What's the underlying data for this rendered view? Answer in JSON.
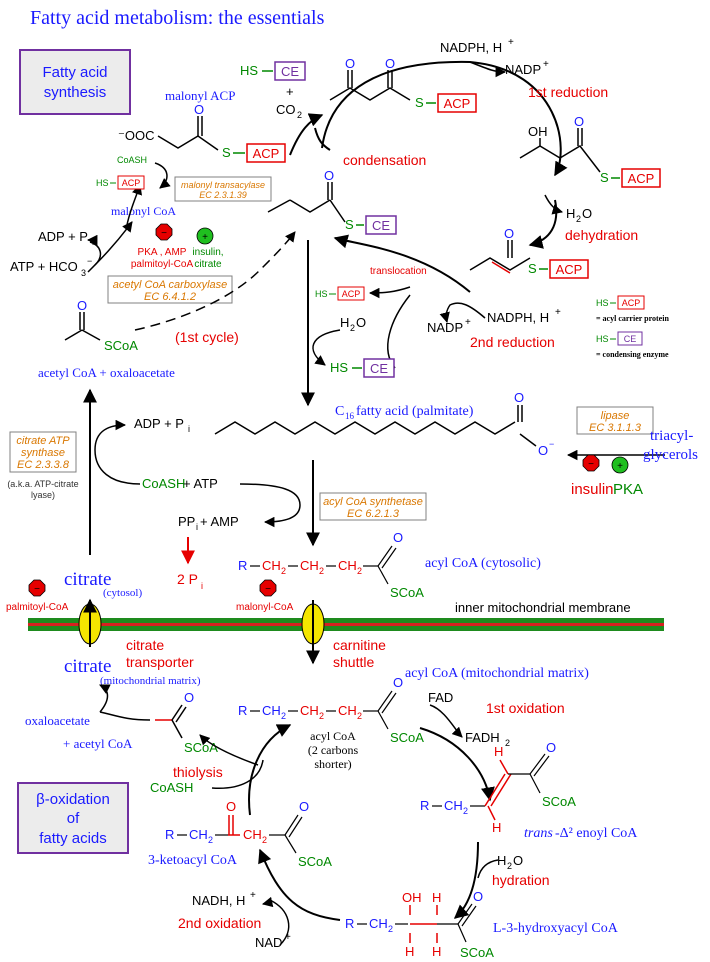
{
  "title": "Fatty acid metabolism: the essentials",
  "colors": {
    "blue": "#1a1aff",
    "red": "#e60000",
    "green": "#008800",
    "purple": "#7030a0",
    "orange": "#d97700",
    "black": "#000000",
    "membrane_green": "#1e8b1e",
    "membrane_red": "#d62020",
    "transporter_yellow": "#f5e600",
    "box_gray": "#ececec"
  },
  "synthesis_box": {
    "line1": "Fatty acid",
    "line2": "synthesis"
  },
  "beta_box": {
    "line1": "β-oxidation",
    "line2": "of",
    "line3": "fatty acids"
  },
  "legend": {
    "acp_def": "= acyl carrier protein",
    "ce_def": "= condensing enzyme"
  },
  "tags": {
    "acp": "ACP",
    "ce": "CE",
    "hs": "HS",
    "s": "S"
  },
  "labels": {
    "malonyl_acp": "malonyl ACP",
    "malonyl_coa": "malonyl CoA",
    "malonyl_carboxylate": "⁻OOC",
    "coash_small": "CoASH",
    "plus": "+",
    "co2_main": "CO",
    "co2_sub": "2",
    "condensation": "condensation",
    "nadph1": "NADPH, H",
    "nadph1_sup": "+",
    "nadp1": "NADP",
    "nadp1_sup": "+",
    "first_reduction": "1st reduction",
    "oh": "OH",
    "h2o": "H",
    "h2o_sub": "2",
    "h2o_end": "O",
    "dehydration": "dehydration",
    "translocation": "translocation",
    "nadph2": "NADPH, H",
    "nadph2_sup": "+",
    "nadp2": "NADP",
    "nadp2_sup": "+",
    "second_reduction": "2nd reduction",
    "h2o_b": "H",
    "h2o_b_sub": "2",
    "h2o_b_end": "O",
    "first_cycle": "(1st cycle)",
    "acetyl_coa_oxaloacetate": "acetyl CoA  +  oxaloacetate",
    "scoa": "SCoA",
    "adp_pi": "ADP + P",
    "pi_sub": "i",
    "atp_hco3": "ATP + HCO",
    "hco3_sub": "3",
    "hco3_sup": "−",
    "pka_amp": "PKA , AMP",
    "palmitoyl_coa_small": "palmitoyl-CoA",
    "insulin_citrate_1": "insulin,",
    "insulin_citrate_2": "citrate",
    "palmitate": "C",
    "palmitate_sub": "16",
    "palmitate_rest": " fatty acid (palmitate)",
    "carboxylate_o": "O",
    "carboxylate_sup": "−",
    "o": "O",
    "triacylglycerols_1": "triacyl-",
    "triacylglycerols_2": "glycerols",
    "insulin": "insulin",
    "pka": "PKA",
    "adp_pi_2": "ADP + P",
    "coash_atp_a": "CoASH",
    "coash_atp_b": " + ATP",
    "aka_1": "(a.k.a. ATP-citrate",
    "aka_2": "lyase)",
    "ppi_amp_a": "PP",
    "ppi_amp_b": " + AMP",
    "two_pi": "2 P",
    "r_prefix": "R",
    "ch2": "CH",
    "ch2_sub": "2",
    "acyl_coa_cytosolic": "acyl CoA (cytosolic)",
    "citrate_cytosol": "citrate",
    "cytosol": "(cytosol)",
    "palmitoyl_coa_inhib": "palmitoyl-CoA",
    "malonyl_coa_inhib": "malonyl-CoA",
    "inner_membrane": "inner mitochondrial membrane",
    "citrate_matrix": "citrate",
    "mito_matrix": "(mitochondrial matrix)",
    "citrate_transporter_1": "citrate",
    "citrate_transporter_2": "transporter",
    "carnitine_1": "carnitine",
    "carnitine_2": "shuttle",
    "acyl_coa_matrix": "acyl CoA (mitochondrial matrix)",
    "fad": "FAD",
    "fadh2": "FADH",
    "fadh2_sub": "2",
    "first_oxidation": "1st oxidation",
    "oxaloacetate": "oxaloacetate",
    "plus_acetyl_coa": "+   acetyl CoA",
    "thiolysis": "thiolysis",
    "coash_b": "CoASH",
    "acyl_coa_short_1": "acyl CoA",
    "acyl_coa_short_2": "(2 carbons",
    "acyl_coa_short_3": "shorter)",
    "h": "H",
    "trans_enoyl_a": "trans",
    "trans_enoyl_b": "-Δ² enoyl CoA",
    "ketoacyl": "3-ketoacyl CoA",
    "hydration": "hydration",
    "h2o_c": "H",
    "h2o_c_sub": "2",
    "h2o_c_end": "O",
    "nadh": "NADH, H",
    "nadh_sup": "+",
    "nad": "NAD",
    "nad_sup": "+",
    "second_oxidation": "2nd oxidation",
    "hydroxyacyl": "L-3-hydroxyacyl CoA"
  },
  "enzymes": {
    "malonyl_transacylase": {
      "name": "malonyl transacylase",
      "ec": "EC 2.3.1.39"
    },
    "acc": {
      "name": "acetyl CoA carboxylase",
      "ec": "EC 6.4.1.2"
    },
    "lipase": {
      "name": "lipase",
      "ec": "EC 3.1.1.3"
    },
    "citrate_synthase": {
      "name1": "citrate ATP",
      "name2": "synthase",
      "ec": "EC 2.3.3.8"
    },
    "acs": {
      "name": "acyl CoA synthetase",
      "ec": "EC 6.2.1.3"
    }
  },
  "regulators": {
    "minus": "−",
    "plus": "+"
  }
}
